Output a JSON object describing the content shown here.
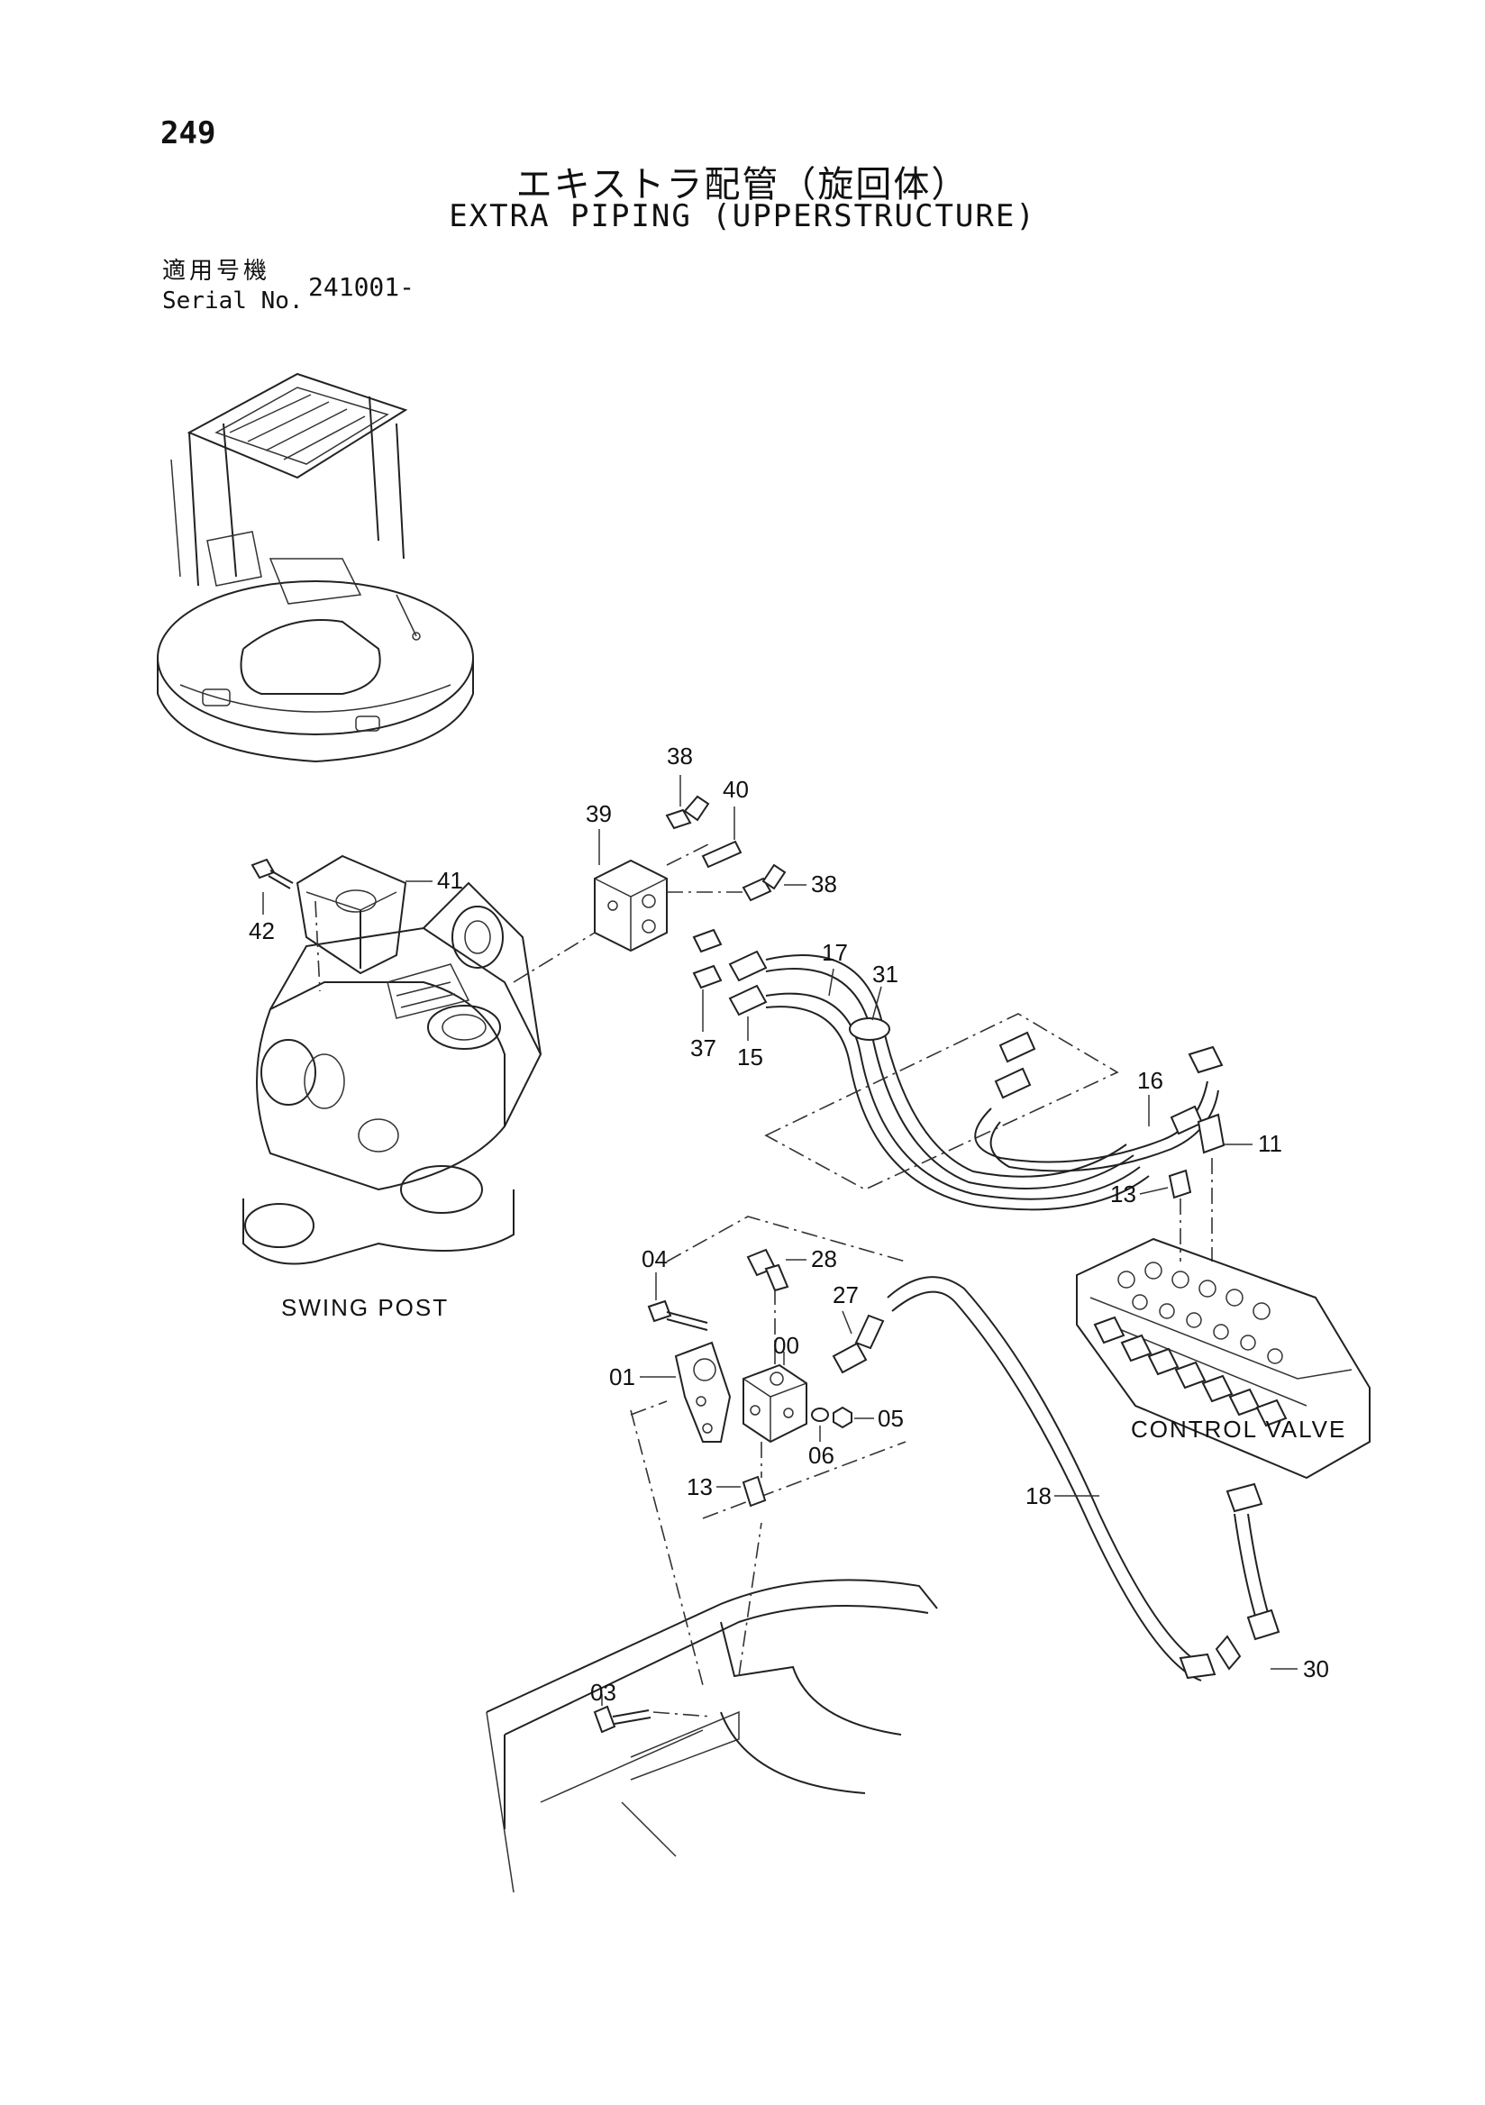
{
  "page": {
    "number": "249",
    "title_jp": "エキストラ配管（旋回体）",
    "title_en": "EXTRA PIPING (UPPERSTRUCTURE)"
  },
  "serial": {
    "label_jp": "適用号機",
    "label_en": "Serial No.",
    "value": "241001-"
  },
  "captions": {
    "swing_post": "SWING  POST",
    "control_valve": "CONTROL  VALVE"
  },
  "callouts": [
    "38",
    "40",
    "39",
    "38",
    "41",
    "42",
    "17",
    "31",
    "37",
    "15",
    "16",
    "11",
    "13",
    "04",
    "28",
    "27",
    "00",
    "01",
    "05",
    "06",
    "13",
    "18",
    "30",
    "03"
  ]
}
